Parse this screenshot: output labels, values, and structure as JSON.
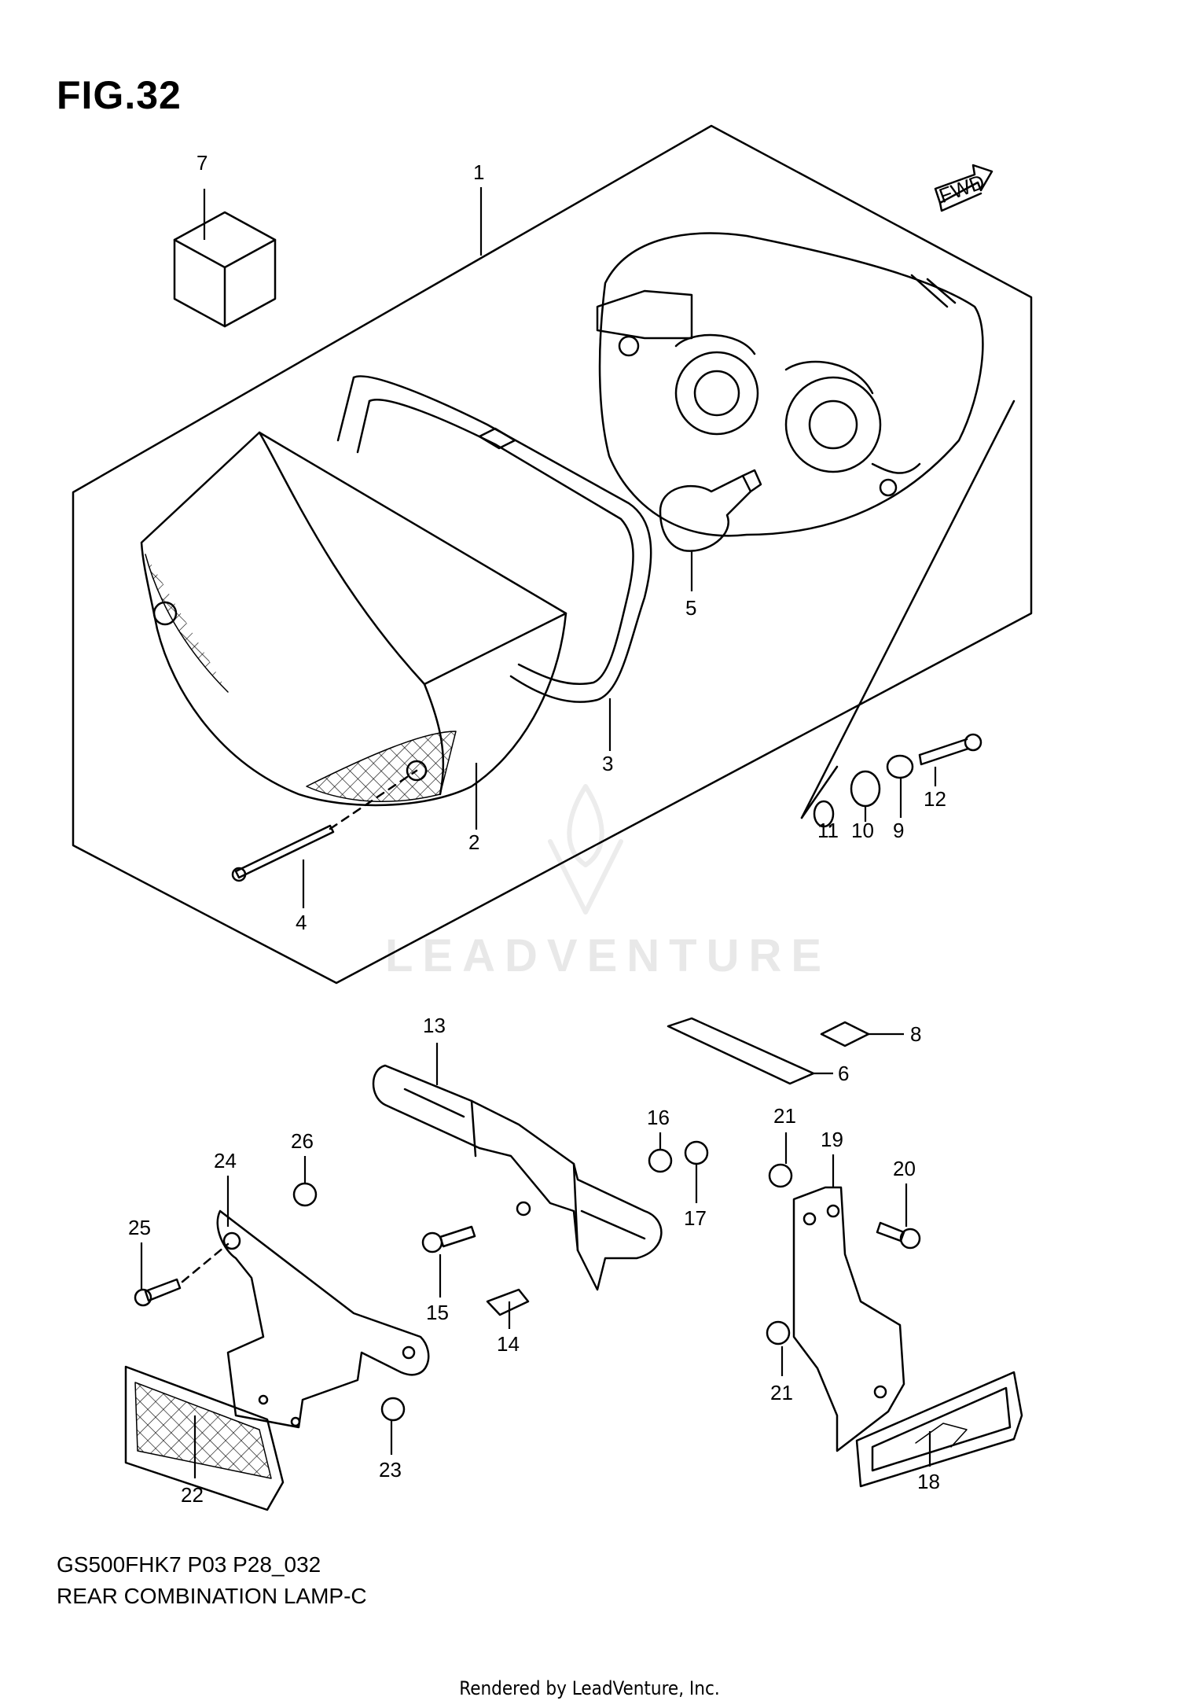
{
  "figure": {
    "title": "FIG.32",
    "model_code": "GS500FHK7 P03 P28_032",
    "section_name": "REAR COMBINATION LAMP-C",
    "credit": "Rendered by LeadVenture, Inc.",
    "watermark": "LEADVENTURE",
    "fwd_label": "FWD"
  },
  "callouts": [
    {
      "id": "1",
      "label": "1"
    },
    {
      "id": "2",
      "label": "2"
    },
    {
      "id": "3",
      "label": "3"
    },
    {
      "id": "4",
      "label": "4"
    },
    {
      "id": "5",
      "label": "5"
    },
    {
      "id": "6",
      "label": "6"
    },
    {
      "id": "7",
      "label": "7"
    },
    {
      "id": "8",
      "label": "8"
    },
    {
      "id": "9",
      "label": "9"
    },
    {
      "id": "10",
      "label": "10"
    },
    {
      "id": "11",
      "label": "11"
    },
    {
      "id": "12",
      "label": "12"
    },
    {
      "id": "13",
      "label": "13"
    },
    {
      "id": "14",
      "label": "14"
    },
    {
      "id": "15",
      "label": "15"
    },
    {
      "id": "16",
      "label": "16"
    },
    {
      "id": "17",
      "label": "17"
    },
    {
      "id": "18",
      "label": "18"
    },
    {
      "id": "19",
      "label": "19"
    },
    {
      "id": "20",
      "label": "20"
    },
    {
      "id": "21a",
      "label": "21"
    },
    {
      "id": "21b",
      "label": "21"
    },
    {
      "id": "22",
      "label": "22"
    },
    {
      "id": "23",
      "label": "23"
    },
    {
      "id": "24",
      "label": "24"
    },
    {
      "id": "25",
      "label": "25"
    },
    {
      "id": "26",
      "label": "26"
    }
  ],
  "colors": {
    "line": "#000000",
    "background": "#ffffff",
    "watermark": "#e8e8e8"
  }
}
